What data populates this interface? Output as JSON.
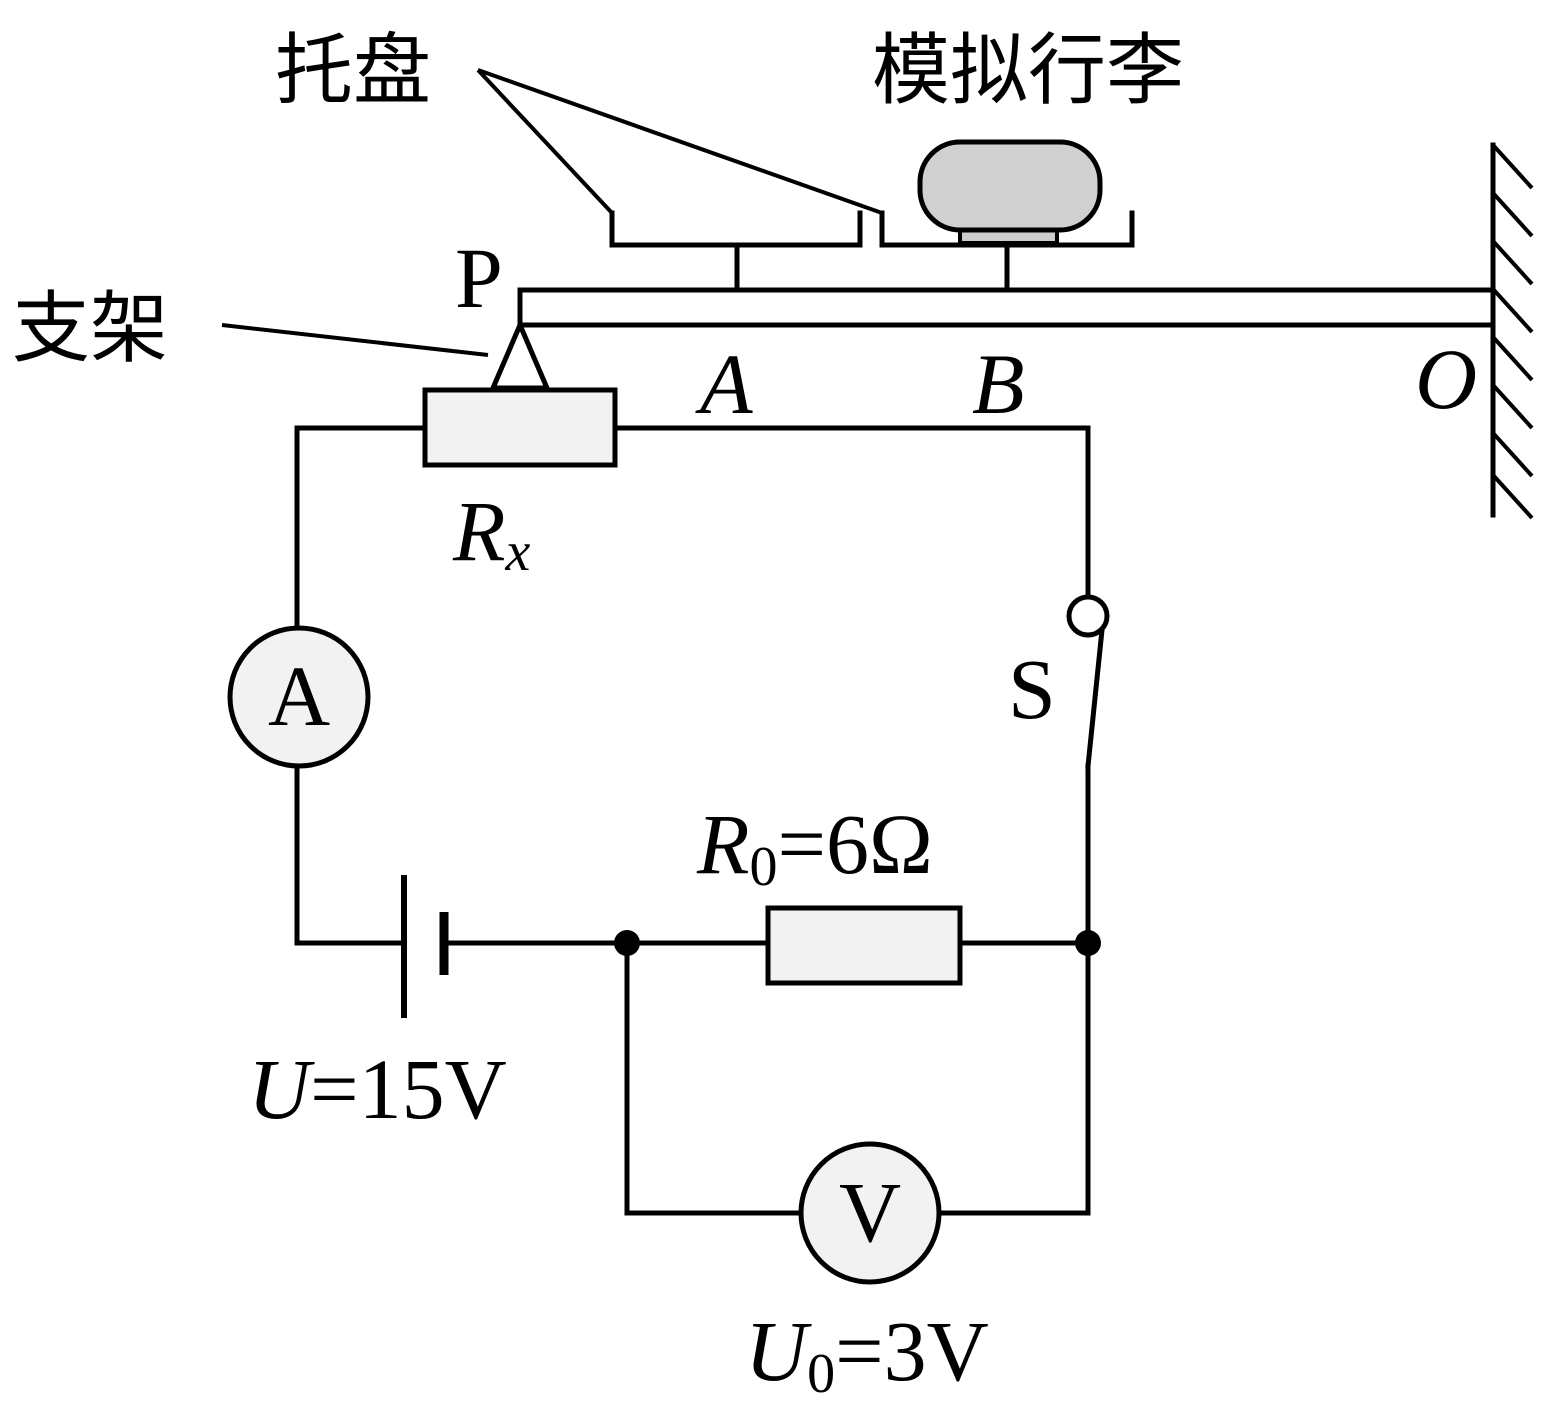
{
  "labels": {
    "tray": "托盘",
    "luggage": "模拟行李",
    "support": "支架",
    "point_p": "P",
    "point_a": "A",
    "point_b": "B",
    "point_o": "O",
    "switch": "S"
  },
  "meters": {
    "ammeter": "A",
    "voltmeter": "V"
  },
  "rx": {
    "symbol": "R",
    "subscript": "x"
  },
  "r0": {
    "symbol": "R",
    "subscript": "0",
    "value": "=6Ω"
  },
  "source": {
    "symbol": "U",
    "value": "=15V"
  },
  "u0": {
    "symbol": "U",
    "subscript": "0",
    "value": "=3V"
  }
}
